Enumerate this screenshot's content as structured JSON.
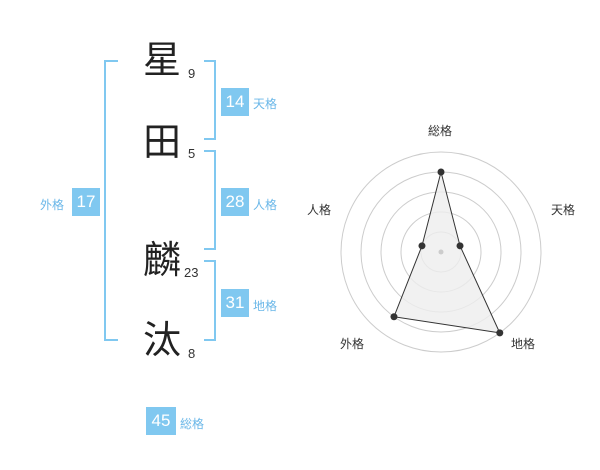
{
  "name_chars": [
    {
      "char": "星",
      "strokes": "9"
    },
    {
      "char": "田",
      "strokes": "5"
    },
    {
      "char": "麟",
      "strokes": "23"
    },
    {
      "char": "汰",
      "strokes": "8"
    }
  ],
  "fortunes": {
    "tenkaku": {
      "value": "14",
      "label": "天格"
    },
    "jinkaku": {
      "value": "28",
      "label": "人格"
    },
    "chikaku": {
      "value": "31",
      "label": "地格"
    },
    "gaikaku": {
      "value": "17",
      "label": "外格"
    },
    "soukaku": {
      "value": "45",
      "label": "総格"
    }
  },
  "radar": {
    "labels": {
      "top": "総格",
      "right": "天格",
      "bottom_right": "地格",
      "bottom_left": "外格",
      "left": "人格"
    },
    "scale_levels": 5,
    "values": [
      {
        "axis": "総格",
        "level": 4
      },
      {
        "axis": "天格",
        "level": 1
      },
      {
        "axis": "地格",
        "level": 5
      },
      {
        "axis": "外格",
        "level": 4
      },
      {
        "axis": "人格",
        "level": 1
      }
    ],
    "colors": {
      "grid": "#cccccc",
      "fill": "#eeeeee",
      "line": "#333333",
      "point": "#333333"
    }
  },
  "colors": {
    "accent": "#80c8f0",
    "accent_text": "#6ab7e8"
  }
}
